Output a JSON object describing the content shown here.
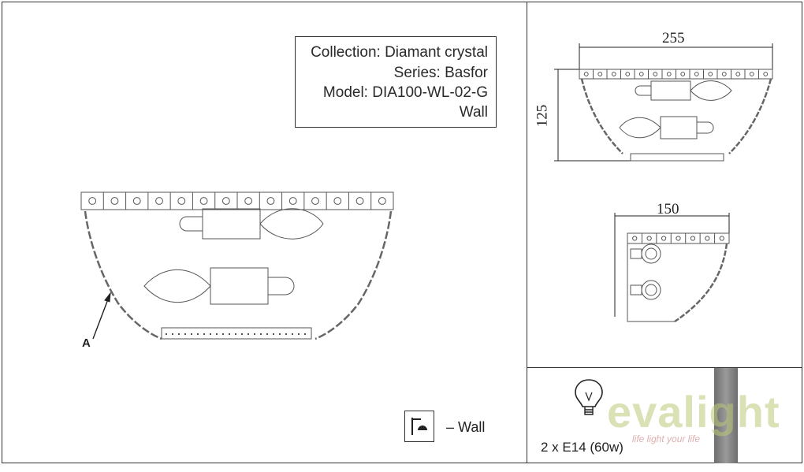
{
  "info": {
    "collection": "Collection: Diamant crystal",
    "series": "Series: Basfor",
    "model": "Model: DIA100-WL-02-G",
    "type": "Wall"
  },
  "callout": {
    "label": "A"
  },
  "mount": {
    "label": "– Wall",
    "icon": "wall-mount-icon"
  },
  "dimensions": {
    "width": "255",
    "height": "125",
    "depth": "150"
  },
  "bulb": {
    "spec": "2 x E14 (60w)",
    "icon": "light-bulb-icon"
  },
  "watermark": {
    "brand": "evalight",
    "tagline": "life light your life"
  }
}
